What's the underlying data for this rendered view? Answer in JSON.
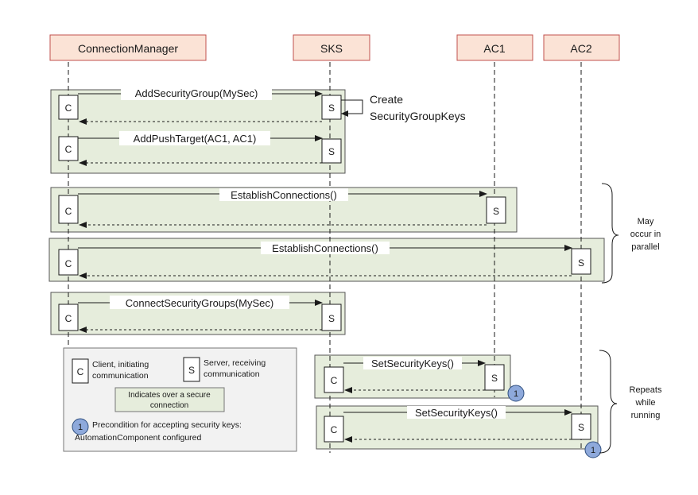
{
  "participants": {
    "connection_manager": "ConnectionManager",
    "sks": "SKS",
    "ac1": "AC1",
    "ac2": "AC2"
  },
  "markers": {
    "client": "C",
    "server": "S",
    "precondition": "1"
  },
  "messages": {
    "add_security_group": "AddSecurityGroup(MySec)",
    "create_keys_line1": "Create",
    "create_keys_line2": "SecurityGroupKeys",
    "add_push_target": "AddPushTarget(AC1, AC1)",
    "establish_connections_ac1": "EstablishConnections()",
    "establish_connections_ac2": "EstablishConnections()",
    "connect_security_groups": "ConnectSecurityGroups(MySec)",
    "set_security_keys_ac1": "SetSecurityKeys()",
    "set_security_keys_ac2": "SetSecurityKeys()"
  },
  "annotations": {
    "parallel_line1": "May",
    "parallel_line2": "occur in",
    "parallel_line3": "parallel",
    "repeats_line1": "Repeats",
    "repeats_line2": "while",
    "repeats_line3": "running"
  },
  "legend": {
    "client_line1": "Client, initiating",
    "client_line2": "communication",
    "server_line1": "Server, receiving",
    "server_line2": "communication",
    "secure_line1": "Indicates over a secure",
    "secure_line2": "connection",
    "precondition_line1": "Precondition for accepting security keys:",
    "precondition_line2": "AutomationComponent configured"
  },
  "colors": {
    "participant_fill": "#fbe3d6",
    "participant_stroke": "#c0504d",
    "secure_fill": "#e6eddc",
    "legend_fill": "#f2f2f2",
    "badge_fill": "#8ea9db",
    "line": "#1a1a1a"
  }
}
